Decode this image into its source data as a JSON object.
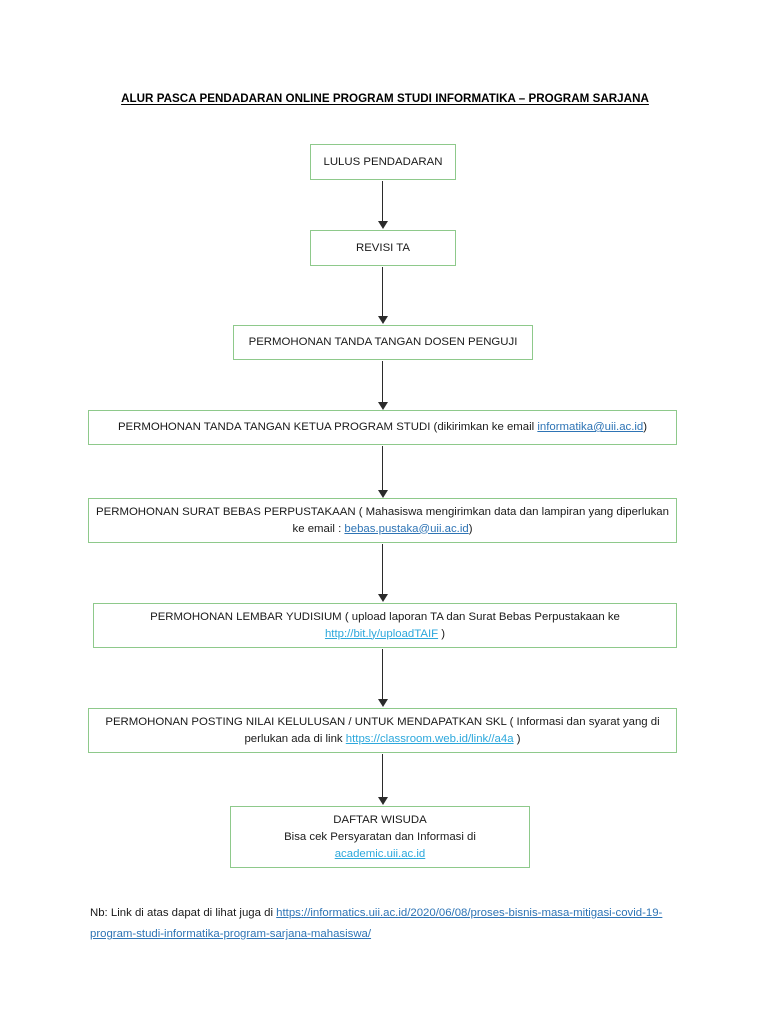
{
  "document": {
    "title": "ALUR PASCA PENDADARAN ONLINE PROGRAM STUDI INFORMATIKA – PROGRAM SARJANA"
  },
  "colors": {
    "box_border": "#8ec98b",
    "arrow": "#2b2b2b",
    "link_dark_blue": "#2e74b5",
    "link_light_blue": "#2da8dc",
    "text": "#1a1a1a",
    "background": "#ffffff"
  },
  "flow": {
    "steps": [
      {
        "id": "step-lulus-pendadaran",
        "name": "lulus-pendadaran",
        "text": "LULUS PENDADARAN",
        "lines": 1
      },
      {
        "id": "step-revisi-ta",
        "name": "revisi-ta",
        "text": "REVISI TA",
        "lines": 1
      },
      {
        "id": "step-tanda-tangan-dosen-penguji",
        "name": "permohonan-tanda-tangan-dosen-penguji",
        "text": "PERMOHONAN TANDA TANGAN DOSEN PENGUJI",
        "lines": 1
      },
      {
        "id": "step-tanda-tangan-ketua-prodi",
        "name": "permohonan-tanda-tangan-ketua-program-studi",
        "text_before": "PERMOHONAN TANDA TANGAN KETUA PROGRAM STUDI (dikirimkan ke email ",
        "link": "informatika@uii.ac.id",
        "link_style": "dark",
        "text_after": ")",
        "lines": 1
      },
      {
        "id": "step-surat-bebas-perpustakaan",
        "name": "permohonan-surat-bebas-perpustakaan",
        "text_before": "PERMOHONAN SURAT BEBAS PERPUSTAKAAN ( Mahasiswa mengirimkan data dan lampiran yang diperlukan ke email : ",
        "link": "bebas.pustaka@uii.ac.id",
        "link_style": "dark",
        "text_after": ")",
        "lines": 2
      },
      {
        "id": "step-lembar-yudisium",
        "name": "permohonan-lembar-yudisium",
        "text_before": "PERMOHONAN LEMBAR YUDISIUM ( upload laporan TA dan Surat Bebas Perpustakaan ke ",
        "link": "http://bit.ly/uploadTAIF",
        "link_style": "light",
        "text_after": " )",
        "lines": 2
      },
      {
        "id": "step-posting-nilai-kelulusan",
        "name": "permohonan-posting-nilai-kelulusan",
        "text_before": "PERMOHONAN POSTING NILAI KELULUSAN / UNTUK MENDAPATKAN SKL ( Informasi dan syarat yang di perlukan ada di link ",
        "link": "https://classroom.web.id/link//a4a",
        "link_style": "light",
        "text_after": " )",
        "lines": 2
      },
      {
        "id": "step-daftar-wisuda",
        "name": "daftar-wisuda",
        "line1": "DAFTAR WISUDA",
        "line2": "Bisa cek Persyaratan dan Informasi di",
        "link": "academic.uii.ac.id",
        "link_style": "light",
        "lines": 3
      }
    ],
    "arrow_count": 7
  },
  "footnote": {
    "prefix": "Nb: Link di atas dapat di lihat juga di ",
    "link": "https://informatics.uii.ac.id/2020/06/08/proses-bisnis-masa-mitigasi-covid-19-program-studi-informatika-program-sarjana-mahasiswa/",
    "link_style": "dark"
  }
}
